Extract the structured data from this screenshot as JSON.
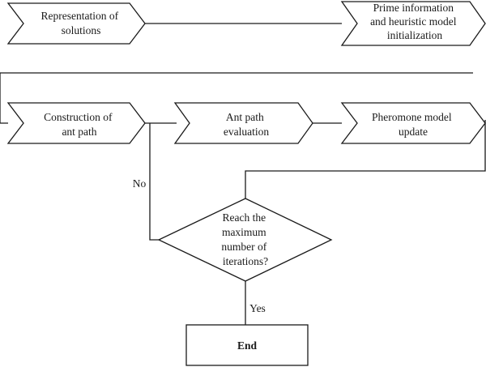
{
  "diagram": {
    "nodes": {
      "representation": {
        "lines": [
          "Representation of",
          "solutions"
        ]
      },
      "prime_info": {
        "lines": [
          "Prime information",
          "and heuristic model",
          "initialization"
        ]
      },
      "construction": {
        "lines": [
          "Construction of",
          "ant path"
        ]
      },
      "evaluation": {
        "lines": [
          "Ant path",
          "evaluation"
        ]
      },
      "pheromone": {
        "lines": [
          "Pheromone model",
          "update"
        ]
      },
      "decision": {
        "lines": [
          "Reach the",
          "maximum",
          "number of",
          "iterations?"
        ]
      },
      "end": {
        "label": "End"
      }
    },
    "edge_labels": {
      "no": "No",
      "yes": "Yes"
    }
  }
}
